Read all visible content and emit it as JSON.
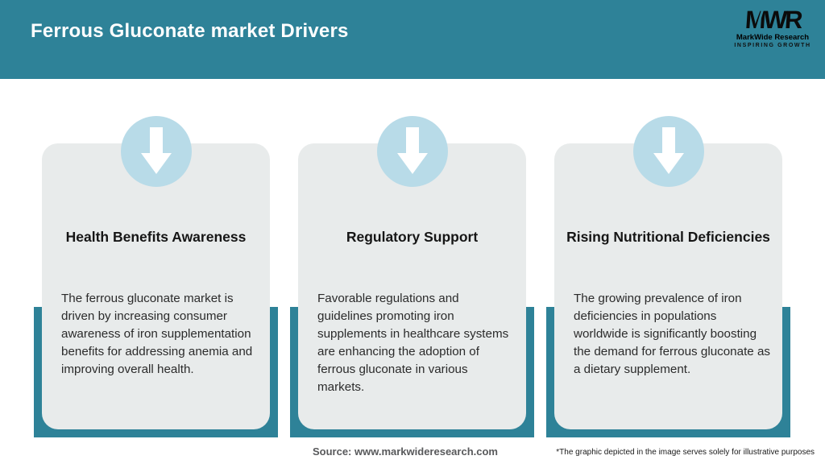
{
  "header": {
    "title": "Ferrous Gluconate market Drivers"
  },
  "logo": {
    "monogram": "MWR",
    "name": "MarkWide Research",
    "tagline": "INSPIRING GROWTH"
  },
  "cards": [
    {
      "title": "Health Benefits Awareness",
      "body": "The ferrous gluconate market is driven by increasing consumer awareness of iron supplementation benefits for addressing anemia and improving overall health."
    },
    {
      "title": "Regulatory Support",
      "body": "Favorable regulations and guidelines promoting iron supplements in healthcare systems are enhancing the adoption of ferrous gluconate in various markets."
    },
    {
      "title": "Rising Nutritional Deficiencies",
      "body": "The growing prevalence of iron deficiencies in populations worldwide is significantly boosting the demand for ferrous gluconate as a dietary supplement."
    }
  ],
  "footer": {
    "source": "Source: www.markwideresearch.com",
    "disclaimer": "*The graphic depicted in the image serves solely for illustrative purposes"
  },
  "colors": {
    "teal": "#2e8298",
    "light_blue": "#b8dbe8",
    "card_gray": "#e8ebeb",
    "title_white": "#ffffff"
  }
}
